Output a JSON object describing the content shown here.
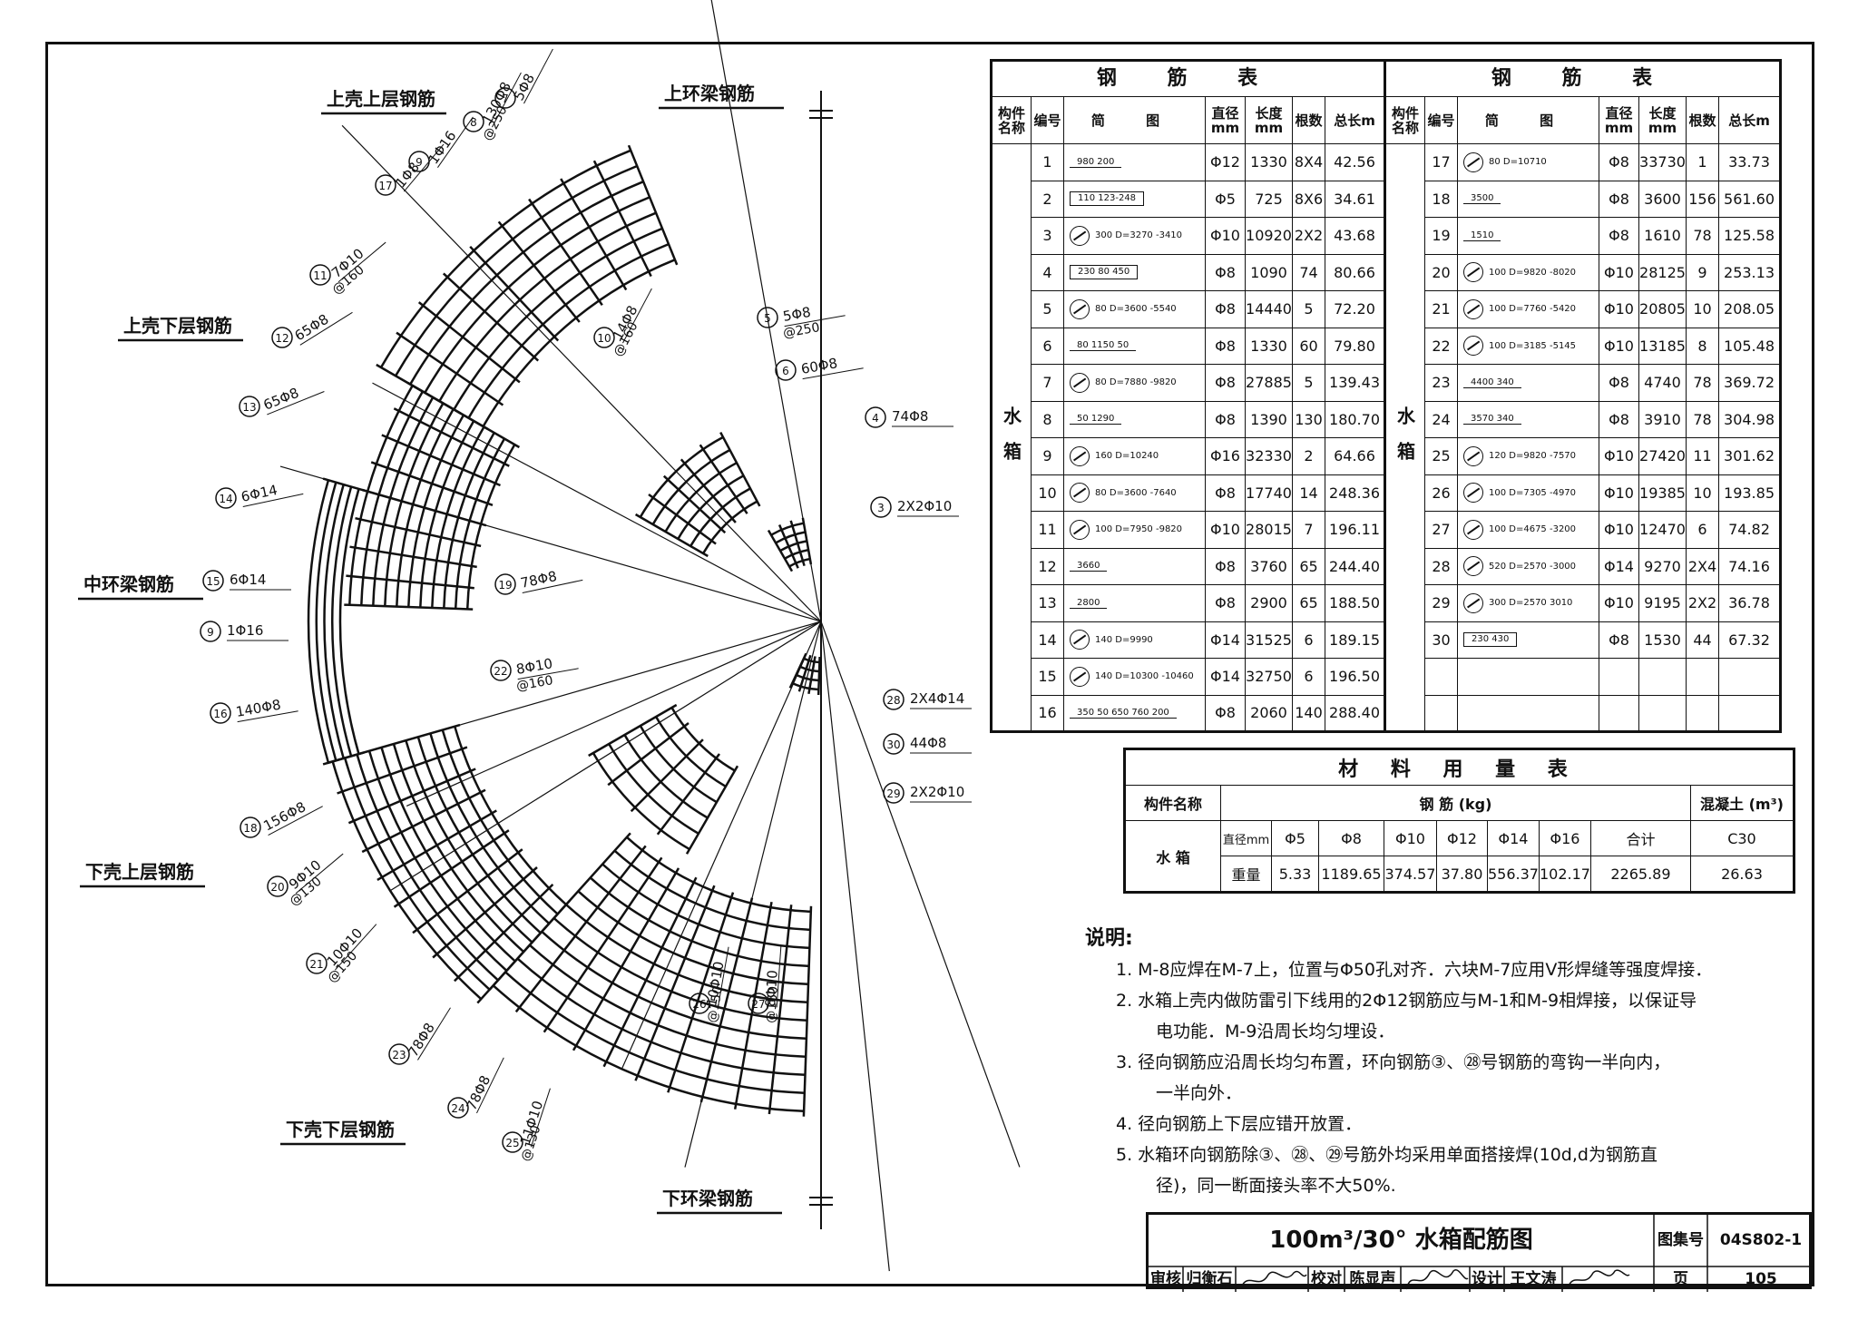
{
  "diagram": {
    "section_labels": [
      "上壳上层钢筋",
      "上环梁钢筋",
      "上壳下层钢筋",
      "中环梁钢筋",
      "下壳上层钢筋",
      "下壳下层钢筋",
      "下环梁钢筋"
    ],
    "callouts": [
      {
        "no": "7",
        "text": "5Φ8"
      },
      {
        "no": "8",
        "text": "130Φ8",
        "sub": "@250"
      },
      {
        "no": "9",
        "text": "1Φ16"
      },
      {
        "no": "17",
        "text": "1Φ8"
      },
      {
        "no": "11",
        "text": "7Φ10",
        "sub": "@160"
      },
      {
        "no": "12",
        "text": "65Φ8"
      },
      {
        "no": "13",
        "text": "65Φ8"
      },
      {
        "no": "10",
        "text": "14Φ8",
        "sub": "@160"
      },
      {
        "no": "5",
        "text": "5Φ8",
        "sub": "@250"
      },
      {
        "no": "6",
        "text": "60Φ8"
      },
      {
        "no": "4",
        "text": "74Φ8"
      },
      {
        "no": "3",
        "text": "2X2Φ10"
      },
      {
        "no": "14",
        "text": "6Φ14"
      },
      {
        "no": "15",
        "text": "6Φ14"
      },
      {
        "no": "9",
        "text": "1Φ16"
      },
      {
        "no": "16",
        "text": "140Φ8"
      },
      {
        "no": "19",
        "text": "78Φ8"
      },
      {
        "no": "22",
        "text": "8Φ10",
        "sub": "@160"
      },
      {
        "no": "28",
        "text": "2X4Φ14"
      },
      {
        "no": "30",
        "text": "44Φ8"
      },
      {
        "no": "29",
        "text": "2X2Φ10"
      },
      {
        "no": "18",
        "text": "156Φ8"
      },
      {
        "no": "20",
        "text": "9Φ10",
        "sub": "@130"
      },
      {
        "no": "21",
        "text": "10Φ10",
        "sub": "@150"
      },
      {
        "no": "23",
        "text": "78Φ8"
      },
      {
        "no": "24",
        "text": "78Φ8"
      },
      {
        "no": "25",
        "text": "11Φ10",
        "sub": "@130"
      },
      {
        "no": "26",
        "text": "10Φ10",
        "sub": "@150"
      },
      {
        "no": "27",
        "text": "8Φ10",
        "sub": "@160"
      }
    ]
  },
  "rebar_table_1": {
    "title": "钢 筋 表",
    "headers": [
      "构件名称",
      "编号",
      "简 图",
      "直径mm",
      "长度mm",
      "根数",
      "总长m"
    ],
    "component": "水 箱",
    "rows": [
      {
        "no": "1",
        "sketch": "980 200",
        "dia": "Φ12",
        "len": "1330",
        "count": "8X4",
        "total": "42.56"
      },
      {
        "no": "2",
        "sketch": "110 123-248",
        "dia": "Φ5",
        "len": "725",
        "count": "8X6",
        "total": "34.61"
      },
      {
        "no": "3",
        "sketch": "300 D=3270 -3410",
        "dia": "Φ10",
        "len": "10920",
        "count": "2X2",
        "total": "43.68"
      },
      {
        "no": "4",
        "sketch": "230 80 450",
        "dia": "Φ8",
        "len": "1090",
        "count": "74",
        "total": "80.66"
      },
      {
        "no": "5",
        "sketch": "80 D=3600 -5540",
        "dia": "Φ8",
        "len": "14440",
        "count": "5",
        "total": "72.20"
      },
      {
        "no": "6",
        "sketch": "80 1150 50",
        "dia": "Φ8",
        "len": "1330",
        "count": "60",
        "total": "79.80"
      },
      {
        "no": "7",
        "sketch": "80 D=7880 -9820",
        "dia": "Φ8",
        "len": "27885",
        "count": "5",
        "total": "139.43"
      },
      {
        "no": "8",
        "sketch": "50 1290",
        "dia": "Φ8",
        "len": "1390",
        "count": "130",
        "total": "180.70"
      },
      {
        "no": "9",
        "sketch": "160 D=10240",
        "dia": "Φ16",
        "len": "32330",
        "count": "2",
        "total": "64.66"
      },
      {
        "no": "10",
        "sketch": "80 D=3600 -7640",
        "dia": "Φ8",
        "len": "17740",
        "count": "14",
        "total": "248.36"
      },
      {
        "no": "11",
        "sketch": "100 D=7950 -9820",
        "dia": "Φ10",
        "len": "28015",
        "count": "7",
        "total": "196.11"
      },
      {
        "no": "12",
        "sketch": "3660",
        "dia": "Φ8",
        "len": "3760",
        "count": "65",
        "total": "244.40"
      },
      {
        "no": "13",
        "sketch": "2800",
        "dia": "Φ8",
        "len": "2900",
        "count": "65",
        "total": "188.50"
      },
      {
        "no": "14",
        "sketch": "140 D=9990",
        "dia": "Φ14",
        "len": "31525",
        "count": "6",
        "total": "189.15"
      },
      {
        "no": "15",
        "sketch": "140 D=10300 -10460",
        "dia": "Φ14",
        "len": "32750",
        "count": "6",
        "total": "196.50"
      },
      {
        "no": "16",
        "sketch": "350 50 650 760 200",
        "dia": "Φ8",
        "len": "2060",
        "count": "140",
        "total": "288.40"
      }
    ]
  },
  "rebar_table_2": {
    "title": "钢 筋 表",
    "headers": [
      "构件名称",
      "编号",
      "简 图",
      "直径mm",
      "长度mm",
      "根数",
      "总长m"
    ],
    "component": "水 箱",
    "rows": [
      {
        "no": "17",
        "sketch": "80 D=10710",
        "dia": "Φ8",
        "len": "33730",
        "count": "1",
        "total": "33.73"
      },
      {
        "no": "18",
        "sketch": "3500",
        "dia": "Φ8",
        "len": "3600",
        "count": "156",
        "total": "561.60"
      },
      {
        "no": "19",
        "sketch": "1510",
        "dia": "Φ8",
        "len": "1610",
        "count": "78",
        "total": "125.58"
      },
      {
        "no": "20",
        "sketch": "100 D=9820 -8020",
        "dia": "Φ10",
        "len": "28125",
        "count": "9",
        "total": "253.13"
      },
      {
        "no": "21",
        "sketch": "100 D=7760 -5420",
        "dia": "Φ10",
        "len": "20805",
        "count": "10",
        "total": "208.05"
      },
      {
        "no": "22",
        "sketch": "100 D=3185 -5145",
        "dia": "Φ10",
        "len": "13185",
        "count": "8",
        "total": "105.48"
      },
      {
        "no": "23",
        "sketch": "4400 340",
        "dia": "Φ8",
        "len": "4740",
        "count": "78",
        "total": "369.72"
      },
      {
        "no": "24",
        "sketch": "3570 340",
        "dia": "Φ8",
        "len": "3910",
        "count": "78",
        "total": "304.98"
      },
      {
        "no": "25",
        "sketch": "120 D=9820 -7570",
        "dia": "Φ10",
        "len": "27420",
        "count": "11",
        "total": "301.62"
      },
      {
        "no": "26",
        "sketch": "100 D=7305 -4970",
        "dia": "Φ10",
        "len": "19385",
        "count": "10",
        "total": "193.85"
      },
      {
        "no": "27",
        "sketch": "100 D=4675 -3200",
        "dia": "Φ10",
        "len": "12470",
        "count": "6",
        "total": "74.82"
      },
      {
        "no": "28",
        "sketch": "520 D=2570 -3000",
        "dia": "Φ14",
        "len": "9270",
        "count": "2X4",
        "total": "74.16"
      },
      {
        "no": "29",
        "sketch": "300 D=2570 3010",
        "dia": "Φ10",
        "len": "9195",
        "count": "2X2",
        "total": "36.78"
      },
      {
        "no": "30",
        "sketch": "230 430",
        "dia": "Φ8",
        "len": "1530",
        "count": "44",
        "total": "67.32"
      }
    ]
  },
  "material_table": {
    "title": "材 料 用 量 表",
    "component_header": "构件名称",
    "steel_header": "钢 筋 (kg)",
    "concrete_header": "混凝土 (m³)",
    "component": "水 箱",
    "dia_label": "直径mm",
    "weight_label": "重量",
    "diameters": [
      "Φ5",
      "Φ8",
      "Φ10",
      "Φ12",
      "Φ14",
      "Φ16",
      "合计"
    ],
    "weights": [
      "5.33",
      "1189.65",
      "374.57",
      "37.80",
      "556.37",
      "102.17",
      "2265.89"
    ],
    "concrete_grade": "C30",
    "concrete_volume": "26.63"
  },
  "notes": {
    "heading": "说明:",
    "items": [
      "1. M-8应焊在M-7上，位置与Φ50孔对齐．六块M-7应用V形焊缝等强度焊接．",
      "2. 水箱上壳内做防雷引下线用的2Φ12钢筋应与M-1和M-9相焊接，以保证导",
      "电功能．M-9沿周长均匀埋设．",
      "3. 径向钢筋应沿周长均匀布置，环向钢筋③、㉘号钢筋的弯钩一半向内，",
      "一半向外．",
      "4. 径向钢筋上下层应错开放置．",
      "5. 水箱环向钢筋除③、㉘、㉙号筋外均采用单面搭接焊(10d,d为钢筋直",
      "径)，同一断面接头率不大50%."
    ]
  },
  "title_block": {
    "drawing_title": "100m³/30° 水箱配筋图",
    "atlas_label": "图集号",
    "atlas_no": "04S802-1",
    "review_label": "审核",
    "reviewer": "归衡石",
    "check_label": "校对",
    "checker": "陈显声",
    "design_label": "设计",
    "designer": "王文涛",
    "page_label": "页",
    "page_no": "105"
  }
}
